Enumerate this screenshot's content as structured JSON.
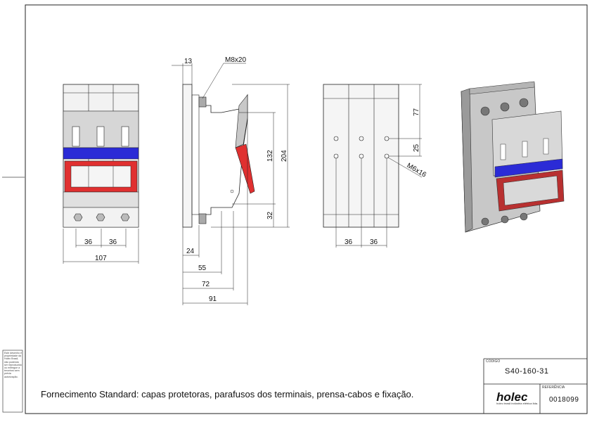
{
  "drawing": {
    "caption": "Fornecimento Standard: capas protetoras, parafusos dos terminais, prensa-cabos e fixação.",
    "title_block": {
      "codigo_label": "CÓDIGO",
      "codigo": "S40-160-31",
      "referencia_label": "REFERÊNCIA",
      "referencia": "0018099",
      "logo": "holec",
      "logo_subtitle": "holec brasil indústria elétrica ltda."
    },
    "side_note": "Este desenho é propriedade da Holec Brasil, não podendo ser reproduzido ou entregue a terceiros sem prévia autorização.",
    "front_view": {
      "dim_36a": "36",
      "dim_36b": "36",
      "dim_107": "107"
    },
    "side_view": {
      "screw_label": "M8x20",
      "dim_13": "13",
      "dim_132": "132",
      "dim_204": "204",
      "dim_32": "32",
      "dim_24": "24",
      "dim_55": "55",
      "dim_72": "72",
      "dim_91": "91"
    },
    "rear_view": {
      "dim_77": "77",
      "dim_25": "25",
      "hole_label": "M6x16",
      "dim_36a": "36",
      "dim_36b": "36"
    },
    "colors": {
      "blue_band": "#2b2bd6",
      "red_handle": "#e03030",
      "body_grey": "#c8c8c8",
      "dark_grey": "#7a7a7a"
    }
  }
}
